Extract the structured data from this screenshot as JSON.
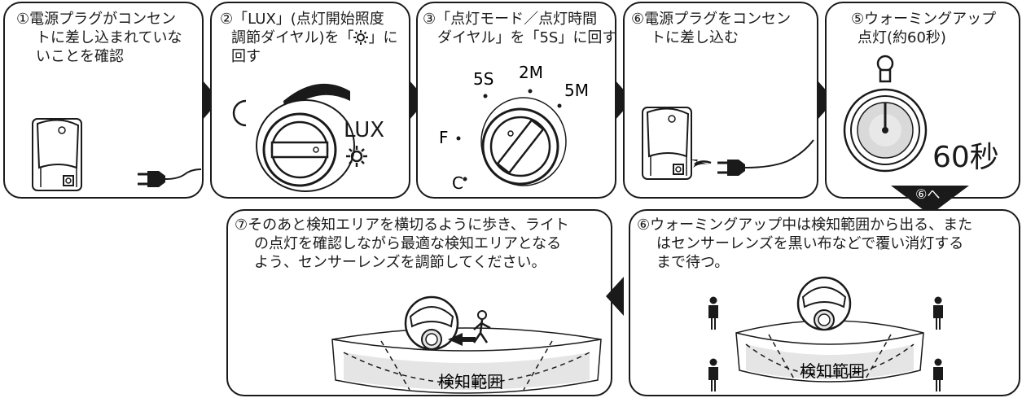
{
  "steps": [
    {
      "lines": [
        "①電源プラグがコンセン",
        "トに差し込まれていな",
        "いことを確認"
      ]
    },
    {
      "lines": [
        "②「LUX」(点灯開始照度",
        "調節ダイヤル)を「",
        "回す"
      ],
      "suffix": "」に",
      "dial_label": "LUX"
    },
    {
      "lines": [
        "③「点灯モード／点灯時間",
        "ダイヤル」を「5S」に回す"
      ],
      "dial_marks": [
        "5S",
        "2M",
        "5M",
        "F",
        "C"
      ]
    },
    {
      "lines": [
        "⑥電源プラグをコンセン",
        "トに差し込む"
      ]
    },
    {
      "lines": [
        "⑤ウォーミングアップ",
        "点灯(約60秒)"
      ],
      "timer_label": "60秒"
    }
  ],
  "next_badge": "⑥へ",
  "step7": {
    "lines": [
      "⑦そのあと検知エリアを横切るように歩き、ライト",
      "の点灯を確認しながら最適な検知エリアとなる",
      "よう、センサーレンズを調節してください。"
    ],
    "area_label": "検知範囲"
  },
  "step6b": {
    "lines": [
      "⑥ウォーミングアップ中は検知範囲から出る、また",
      "はセンサーレンズを黒い布などで覆い消灯する",
      "まで待つ。"
    ],
    "area_label": "検知範囲"
  },
  "icons": [
    "outlet-icon",
    "plug-icon",
    "moon-icon",
    "sun-icon",
    "dial-icon",
    "stopwatch-icon",
    "sensor-icon",
    "person-icon",
    "arrow-left-icon"
  ]
}
